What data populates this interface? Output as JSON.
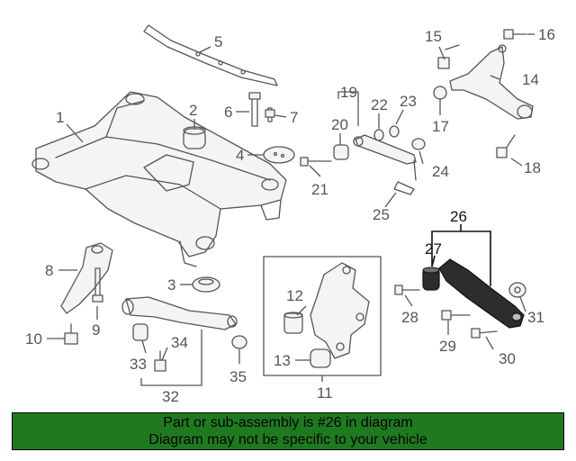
{
  "diagram": {
    "callouts": [
      {
        "id": "c1",
        "text": "1"
      },
      {
        "id": "c2",
        "text": "2"
      },
      {
        "id": "c3",
        "text": "3"
      },
      {
        "id": "c4",
        "text": "4"
      },
      {
        "id": "c5",
        "text": "5"
      },
      {
        "id": "c6",
        "text": "6"
      },
      {
        "id": "c7",
        "text": "7"
      },
      {
        "id": "c8",
        "text": "8"
      },
      {
        "id": "c9",
        "text": "9"
      },
      {
        "id": "c10",
        "text": "10"
      },
      {
        "id": "c11",
        "text": "11"
      },
      {
        "id": "c12",
        "text": "12"
      },
      {
        "id": "c13",
        "text": "13"
      },
      {
        "id": "c14",
        "text": "14"
      },
      {
        "id": "c15",
        "text": "15"
      },
      {
        "id": "c16",
        "text": "16"
      },
      {
        "id": "c17",
        "text": "17"
      },
      {
        "id": "c18",
        "text": "18"
      },
      {
        "id": "c19",
        "text": "19"
      },
      {
        "id": "c20",
        "text": "20"
      },
      {
        "id": "c21",
        "text": "21"
      },
      {
        "id": "c22",
        "text": "22"
      },
      {
        "id": "c23",
        "text": "23"
      },
      {
        "id": "c24",
        "text": "24"
      },
      {
        "id": "c25",
        "text": "25"
      },
      {
        "id": "c26",
        "text": "26"
      },
      {
        "id": "c27",
        "text": "27"
      },
      {
        "id": "c28",
        "text": "28"
      },
      {
        "id": "c29",
        "text": "29"
      },
      {
        "id": "c30",
        "text": "30"
      },
      {
        "id": "c31",
        "text": "31"
      },
      {
        "id": "c32",
        "text": "32"
      },
      {
        "id": "c33",
        "text": "33"
      },
      {
        "id": "c34",
        "text": "34"
      },
      {
        "id": "c35",
        "text": "35"
      }
    ],
    "highlighted_part": "26",
    "colors": {
      "line": "#555555",
      "highlight": "#111111",
      "banner": "#1f7a1f"
    }
  },
  "banner": {
    "line1": "Part or sub-assembly is #26 in diagram",
    "line2": "Diagram may not be specific to your vehicle"
  }
}
